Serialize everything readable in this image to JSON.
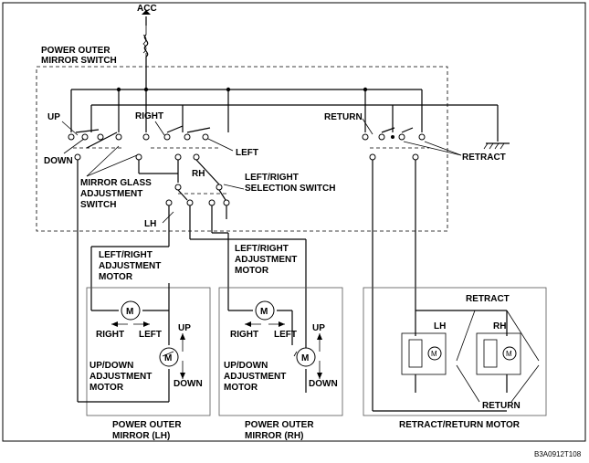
{
  "labels": {
    "acc": "ACC",
    "switch_title_1": "POWER OUTER",
    "switch_title_2": "MIRROR SWITCH",
    "up": "UP",
    "down": "DOWN",
    "right": "RIGHT",
    "left": "LEFT",
    "rh": "RH",
    "lh": "LH",
    "lr_sel_1": "LEFT/RIGHT",
    "lr_sel_2": "SELECTION SWITCH",
    "mga_1": "MIRROR GLASS",
    "mga_2": "ADJUSTMENT",
    "mga_3": "SWITCH",
    "return": "RETURN",
    "retract": "RETRACT",
    "lr_motor_1": "LEFT/RIGHT",
    "lr_motor_2": "ADJUSTMENT",
    "lr_motor_3": "MOTOR",
    "ud_motor_1": "UP/DOWN",
    "ud_motor_2": "ADJUSTMENT",
    "ud_motor_3": "MOTOR",
    "m": "M",
    "pom_1": "POWER OUTER",
    "pom_lh_2": "MIRROR (LH)",
    "pom_rh_2": "MIRROR (RH)",
    "rr_motor": "RETRACT/RETURN MOTOR",
    "code": "B3A0912T108"
  }
}
